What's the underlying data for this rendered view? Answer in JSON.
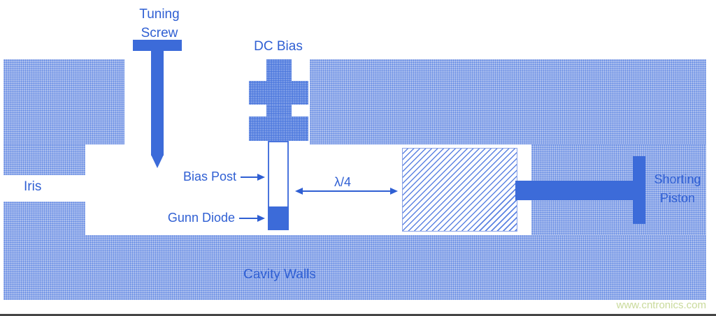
{
  "labels": {
    "tuning_screw": {
      "line1": "Tuning",
      "line2": "Screw"
    },
    "dc_bias": "DC Bias",
    "iris": "Iris",
    "bias_post": "Bias Post",
    "gunn_diode": "Gunn Diode",
    "quarter_wave": "λ/4",
    "shorting_piston": {
      "line1": "Shorting",
      "line2": "Piston"
    },
    "cavity_walls": "Cavity Walls"
  },
  "watermark": "www.cntronics.com",
  "colors": {
    "solid_blue": "#3c6bd9",
    "wall_blue": "#8fa8e9",
    "text_blue": "#2f5fd3",
    "watermark_green": "#c9da9b",
    "bottom_bar": "#454545"
  }
}
